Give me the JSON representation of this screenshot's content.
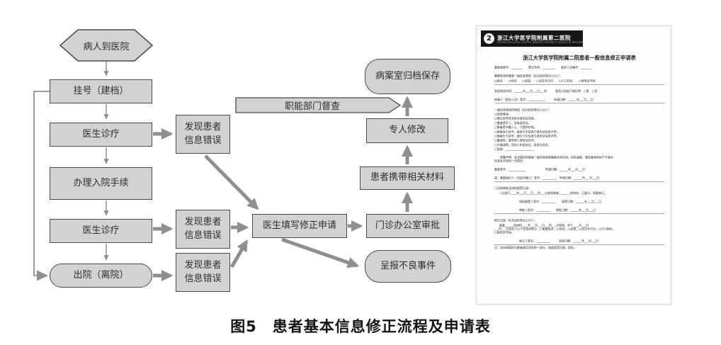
{
  "figure": {
    "caption": "图5　患者基本信息修正流程及申请表"
  },
  "flowchart": {
    "colors": {
      "node_fill": "#d2d2d2",
      "node_border": "#4a4a4a",
      "arrow": "#8f8f8f"
    },
    "nodes": {
      "start": "病人到医院",
      "register": "挂号（建档）",
      "doctor1": "医生诊疗",
      "admission": "办理入院手续",
      "doctor2": "医生诊疗",
      "discharge": "出院（离院）",
      "error1": "发现患者信息错误",
      "error2": "发现患者信息错误",
      "error3": "发现患者信息错误",
      "apply": "医生填写修正申请",
      "approve": "门诊办公室审批",
      "materials": "患者携带相关材料",
      "modify": "专人修改",
      "archive": "病案室归档保存",
      "report": "呈报不良事件",
      "supervision": "职能部门督查"
    }
  },
  "form": {
    "banner": {
      "logo": "2",
      "name": "浙江大学医学院附属第二医院",
      "subname": "SECOND AFFILIATED HOSPITAL ZHEJIANG UNIVERSITY SCHOOL OF MEDICINE"
    },
    "title": "浙江大学医学院附属二院患者一般信息修正申请表",
    "rows": {
      "ids": "患者病案号：________　　登记号码：_________　　医务人员编号：________",
      "cat_header": "需要修改的患者一般信息类别（在对应的条目上打√）：",
      "cat_boxes": "□姓名　　□性别　　□民族　　□出生年月日　　□户口住址　　□身份证号码",
      "found_time": "发现错误时间：______年___月___日___时　　　是否已经留下病历等：□是　□否",
      "applicant_sign": "申请人（医务人员）签字：____________　　　申请日期：______年___月___日",
      "reason_header": "一般信息错误的原因（在对应的条目上打√）：",
      "reasons": [
        "□自身笔误。",
        "□登记挂号时未核对身份证信息。",
        "□患者是军人，没有身份证。",
        "□患者是外籍人士，只提供护照。",
        "□刷医保卡挂号，医保卡中信息与身份证信息不符。",
        "□刷银行卡挂号，银行卡中信息与身份证信息不符。",
        "□看病时，冒用他人身份证挂号。",
        "□不慎改错，用别人的身份证、医保卡挂号。",
        "□其他：____________________"
      ],
      "declaration1": "　　郑重声明：本次提供的患者一般信息是准确真实的信息。如有虚假，我愿意承担由于不真实",
      "declaration2": "信息及手续的一切责任！",
      "patient_sign": "患者签字：____________　　　　　　　申请日期：______年___月___日",
      "guardian_sign": "或：患者监护人（法定代理人）签字：__________　申请日期：______年___月___日",
      "office_header": "门诊部审批及材料接受记录：",
      "office_receive": "门诊部于____年___月___日___时___分收到患者________的材料，已复印，同意修正。",
      "receiver_sign": "材料接受人签字：__________　　接受日期：______年___月___日",
      "approver_sign": "审批人签字：__________　　审批日期：______年___月___日",
      "correction_header": "修正记录（在合适的条目上打√）：",
      "correction1": "患者______的材料____年___月___日___时___分收到，并于____月___日",
      "correction2": "___时___分完成了以下信息的修正：□患者姓名、□性别、□民族、□出生年月日、□户口地址、",
      "correction3": "□身份证号码。",
      "corrector_sign": "修正人签名：__________　　　完成日期：______年___月___日",
      "note": "注：本申请表作为患者病历资料的一部分，由病案室扫描、保存。"
    }
  }
}
